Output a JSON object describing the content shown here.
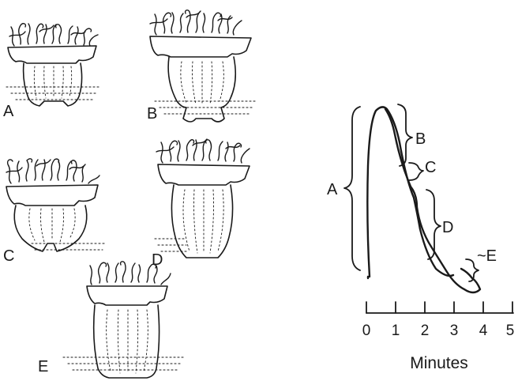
{
  "figure": {
    "polyps": [
      {
        "id": "A",
        "label": "A"
      },
      {
        "id": "B",
        "label": "B"
      },
      {
        "id": "C",
        "label": "C"
      },
      {
        "id": "D",
        "label": "D"
      },
      {
        "id": "E",
        "label": "E"
      }
    ],
    "trace": {
      "brackets": [
        {
          "id": "A",
          "label": "A"
        },
        {
          "id": "B",
          "label": "B"
        },
        {
          "id": "C",
          "label": "C"
        },
        {
          "id": "D",
          "label": "D"
        },
        {
          "id": "E",
          "label": "~E"
        }
      ],
      "axis": {
        "ticks": [
          "0",
          "1",
          "2",
          "3",
          "4",
          "5"
        ],
        "label": "Minutes"
      }
    }
  },
  "colors": {
    "ink": "#1a1a1a",
    "stipple": "#8a8a8a",
    "background": "#ffffff"
  }
}
